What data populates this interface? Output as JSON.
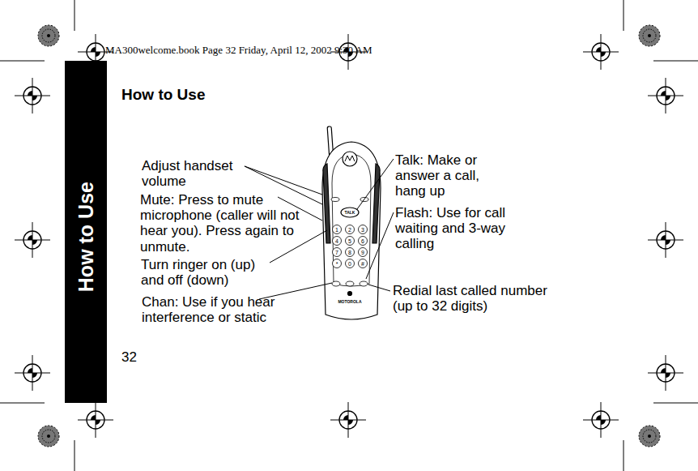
{
  "diagram": {
    "title": "How to Use",
    "labels": [
      "MA300welcome.book  Page 32  Friday, April 12, 2002  9:30 AM",
      "How to Use",
      "Adjust handset volume",
      "Mute: Press to mute microphone (caller will not hear you). Press again to unmute.",
      "Turn ringer on (up) and off (down)",
      "Chan: Use if you hear interference or static",
      "Talk: Make or answer a call, hang up",
      "Flash: Use for call waiting and 3-way calling",
      "Redial last called number (up to 32 digits)",
      "TALK",
      "1",
      "2",
      "3",
      "4",
      "5",
      "6",
      "7",
      "8",
      "9",
      "*",
      "0",
      "#",
      "MOTOROLA",
      "32"
    ]
  }
}
